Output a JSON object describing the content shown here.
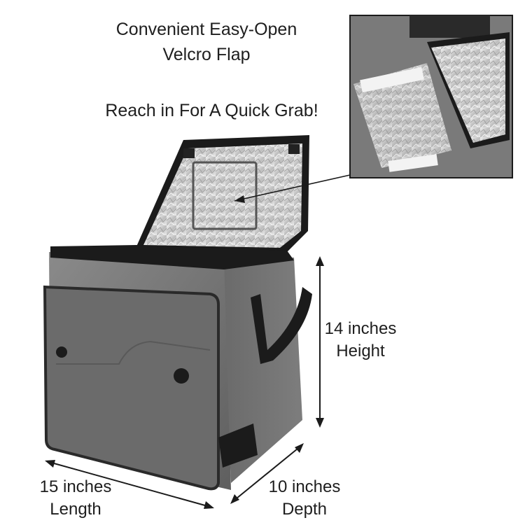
{
  "captions": {
    "flap_line1": "Convenient Easy-Open",
    "flap_line2": "Velcro Flap",
    "quick_grab": "Reach in For A Quick Grab!"
  },
  "dimensions": {
    "height_value": "14 inches",
    "height_label": "Height",
    "length_value": "15 inches",
    "length_label": "Length",
    "depth_value": "10 inches",
    "depth_label": "Depth"
  },
  "colors": {
    "fabric": "#6e6e6e",
    "trim": "#1b1b1b",
    "foil": "#d9d9d9",
    "text": "#1e1e1e"
  }
}
